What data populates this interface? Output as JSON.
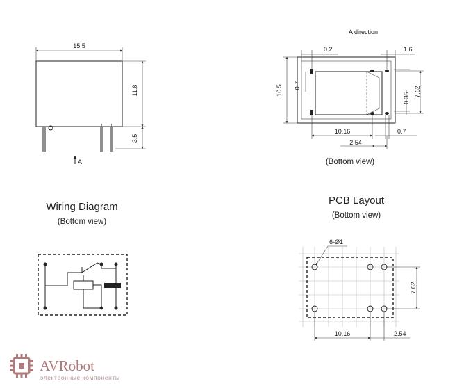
{
  "side_view": {
    "width": "15.5",
    "height": "11.8",
    "pin_length": "3.5",
    "direction_label": "A"
  },
  "bottom_view": {
    "title": "A direction",
    "dim_height": "10.5",
    "dim_a": "0.2",
    "dim_b": "1.6",
    "dim_c": "0.7",
    "dim_d": "0.35",
    "dim_e": "7.62",
    "dim_f": "10.16",
    "dim_g": "0.7",
    "dim_h": "2.54",
    "caption": "(Bottom view)"
  },
  "wiring": {
    "title": "Wiring Diagram",
    "caption": "(Bottom view)"
  },
  "pcb": {
    "title": "PCB Layout",
    "caption": "(Bottom view)",
    "hole_label": "6-Ø1",
    "dim_vertical": "7.62",
    "dim_horizontal": "10.16",
    "dim_right": "2.54"
  },
  "brand": {
    "name": "AVRobot",
    "tagline": "электронные компоненты",
    "color": "#b07a7a"
  }
}
